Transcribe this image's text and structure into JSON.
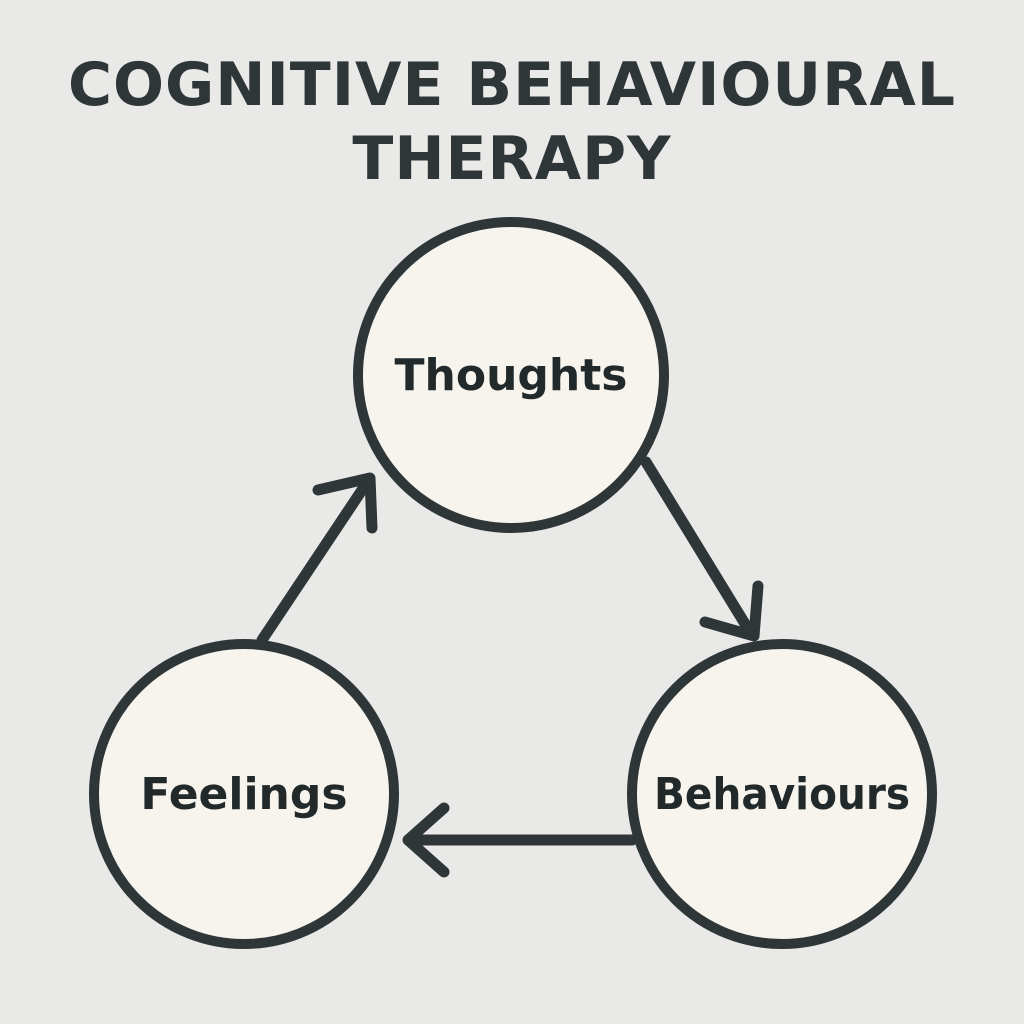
{
  "title": {
    "line1": "COGNITIVE BEHAVIOURAL",
    "line2": "THERAPY"
  },
  "nodes": {
    "thoughts": "Thoughts",
    "behaviours": "Behaviours",
    "feelings": "Feelings"
  },
  "colors": {
    "background": "#e9e9e8",
    "node_fill": "#f7f4ee",
    "stroke": "#2f3638",
    "text": "#22292b"
  }
}
